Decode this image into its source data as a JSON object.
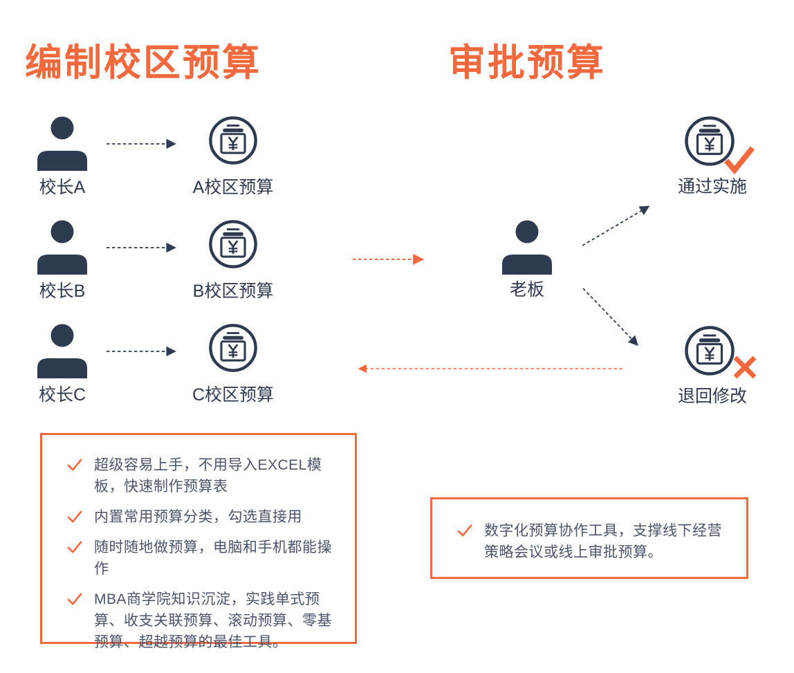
{
  "colors": {
    "accent_orange": "#F2693E",
    "dark_navy": "#2E3A50",
    "body_text": "#4A556B"
  },
  "headers": {
    "left": "编制校区预算",
    "right": "审批预算"
  },
  "rows": [
    {
      "person": "校长A",
      "budget": "A校区预算"
    },
    {
      "person": "校长B",
      "budget": "B校区预算"
    },
    {
      "person": "校长C",
      "budget": "C校区预算"
    }
  ],
  "approver": {
    "label": "老板"
  },
  "outcomes": {
    "approve": {
      "label": "通过实施",
      "mark": "check-icon"
    },
    "reject": {
      "label": "退回修改",
      "mark": "cross-icon"
    }
  },
  "left_box": {
    "items": [
      "超级容易上手，不用导入EXCEL模板，快速制作预算表",
      "内置常用预算分类，勾选直接用",
      "随时随地做预算，电脑和手机都能操作",
      "MBA商学院知识沉淀，实践单式预算、收支关联预算、滚动预算、零基预算、超越预算的最佳工具。"
    ]
  },
  "right_box": {
    "items": [
      "数字化预算协作工具，支撑线下经营策略会议或线上审批预算。"
    ]
  }
}
